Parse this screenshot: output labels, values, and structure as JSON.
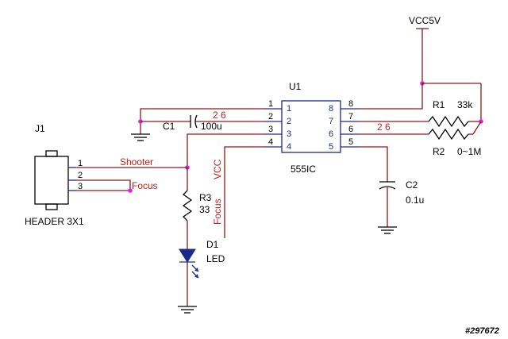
{
  "power": {
    "vcc5v": "VCC5V"
  },
  "u1": {
    "ref": "U1",
    "value": "555IC",
    "left_pins": [
      "1",
      "2",
      "3",
      "4"
    ],
    "right_pins": [
      "8",
      "7",
      "6",
      "5"
    ],
    "left_outside": [
      "1",
      "2",
      "3",
      "4"
    ],
    "right_outside": [
      "8",
      "7",
      "6",
      "5"
    ]
  },
  "j1": {
    "ref": "J1",
    "value": "HEADER 3X1",
    "pins": [
      "1",
      "2",
      "3"
    ]
  },
  "c1": {
    "ref": "C1",
    "value": "100u"
  },
  "c2": {
    "ref": "C2",
    "value": "0.1u"
  },
  "r1": {
    "ref": "R1",
    "value": "33k"
  },
  "r2": {
    "ref": "R2",
    "value": "0~1M"
  },
  "r3": {
    "ref": "R3",
    "value": "33"
  },
  "d1": {
    "ref": "D1",
    "value": "LED"
  },
  "nets": {
    "shooter": "Shooter",
    "focus_h": "Focus",
    "vcc_v": "VCC",
    "focus_v": "Focus",
    "n26_left": "2 6",
    "n26_right": "2 6"
  },
  "watermark": "#297672"
}
